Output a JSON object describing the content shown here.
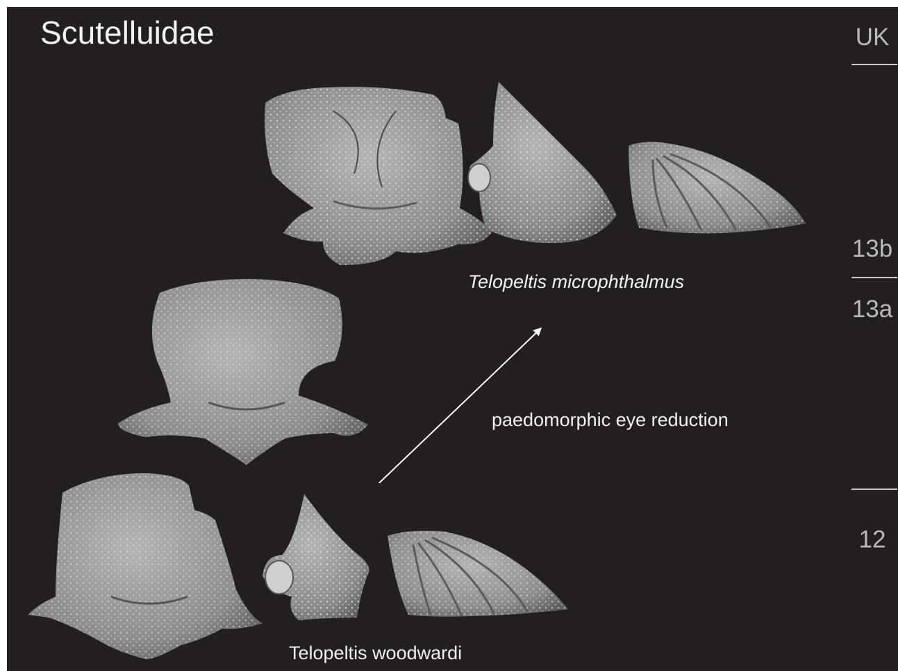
{
  "title": "Scutelluidae",
  "zones": {
    "uk": "UK",
    "z13b": "13b",
    "z13a": "13a",
    "z12": "12"
  },
  "species": {
    "upper": "Telopeltis microphthalmus",
    "lower": "Telopeltis woodwardi"
  },
  "annotation": "paedomorphic eye reduction",
  "colors": {
    "background": "#231f20",
    "fossil": "#9a9a9a",
    "text": "#f2f2f2",
    "zone_text": "#b9b9b9"
  }
}
